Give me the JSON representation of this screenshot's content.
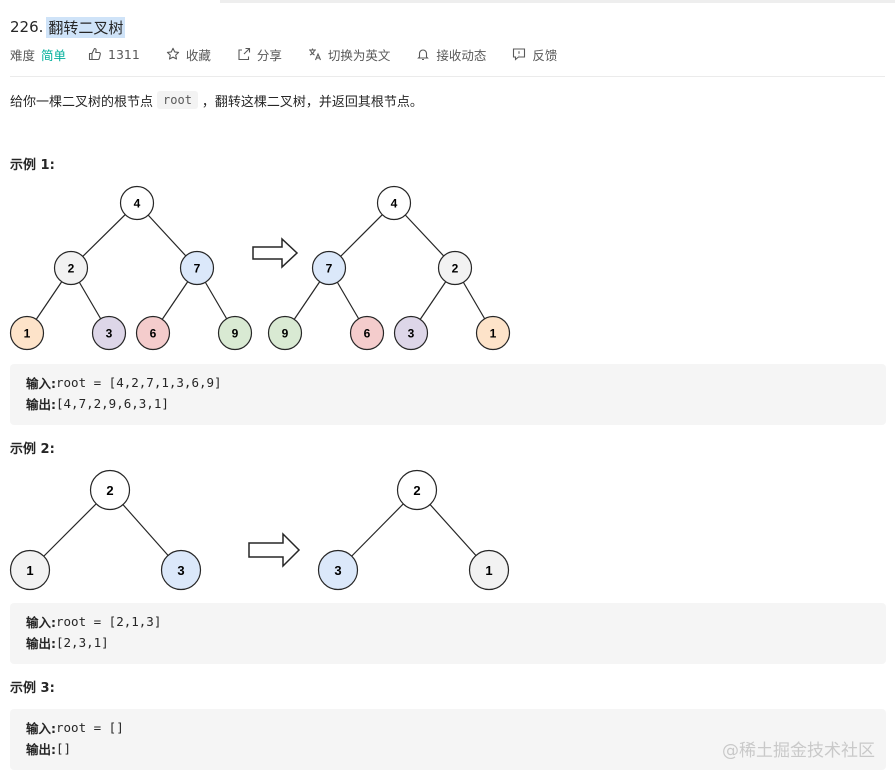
{
  "problem": {
    "number": "226.",
    "title": "翻转二叉树"
  },
  "meta": {
    "difficulty_label": "难度",
    "difficulty_value": "简单",
    "likes": "1311",
    "favorite": "收藏",
    "share": "分享",
    "switch_lang": "切换为英文",
    "subscribe": "接收动态",
    "feedback": "反馈"
  },
  "description": {
    "before": "给你一棵二叉树的根节点",
    "code": "root",
    "after": "，翻转这棵二叉树，并返回其根节点。"
  },
  "examples": [
    {
      "title": "示例 1:",
      "input_label": "输入:",
      "input_value": "root = [4,2,7,1,3,6,9]",
      "output_label": "输出:",
      "output_value": "[4,7,2,9,6,3,1]",
      "tree_before": [
        "4",
        "2",
        "7",
        "1",
        "3",
        "6",
        "9"
      ],
      "tree_after": [
        "4",
        "7",
        "2",
        "9",
        "6",
        "3",
        "1"
      ]
    },
    {
      "title": "示例 2:",
      "input_label": "输入:",
      "input_value": "root = [2,1,3]",
      "output_label": "输出:",
      "output_value": "[2,3,1]",
      "tree_before": [
        "2",
        "1",
        "3"
      ],
      "tree_after": [
        "2",
        "3",
        "1"
      ]
    },
    {
      "title": "示例 3:",
      "input_label": "输入:",
      "input_value": "root = []",
      "output_label": "输出:",
      "output_value": "[]"
    }
  ],
  "node_colors": {
    "white": "#ffffff",
    "gray": "#f2f2f2",
    "blue": "#dbe8fa",
    "orange": "#fde3c9",
    "purple": "#ddd6e8",
    "red": "#f4cccc",
    "green": "#d9ead3"
  },
  "watermark": "@稀土掘金技术社区"
}
